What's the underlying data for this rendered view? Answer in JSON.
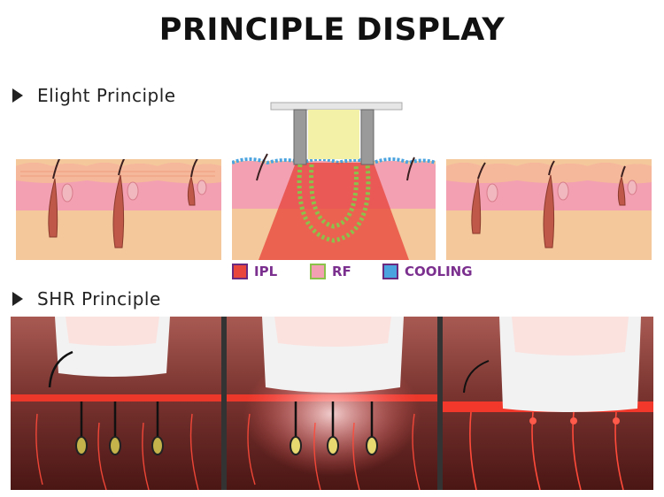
{
  "title": "PRINCIPLE DISPLAY",
  "sections": {
    "elight": "Elight Principle",
    "shr": "SHR Principle"
  },
  "legend": {
    "ipl": "IPL",
    "rf": "RF",
    "cooling": "COOLING"
  },
  "colors": {
    "ipl": "#e8453c",
    "rf": "#8bc34a",
    "cooling": "#4aa3df",
    "legend_text": "#7b2f8e",
    "skin_pink": "#f2a0b2",
    "dermis": "#f4c89a",
    "shr_tissue": "#7a3430"
  }
}
